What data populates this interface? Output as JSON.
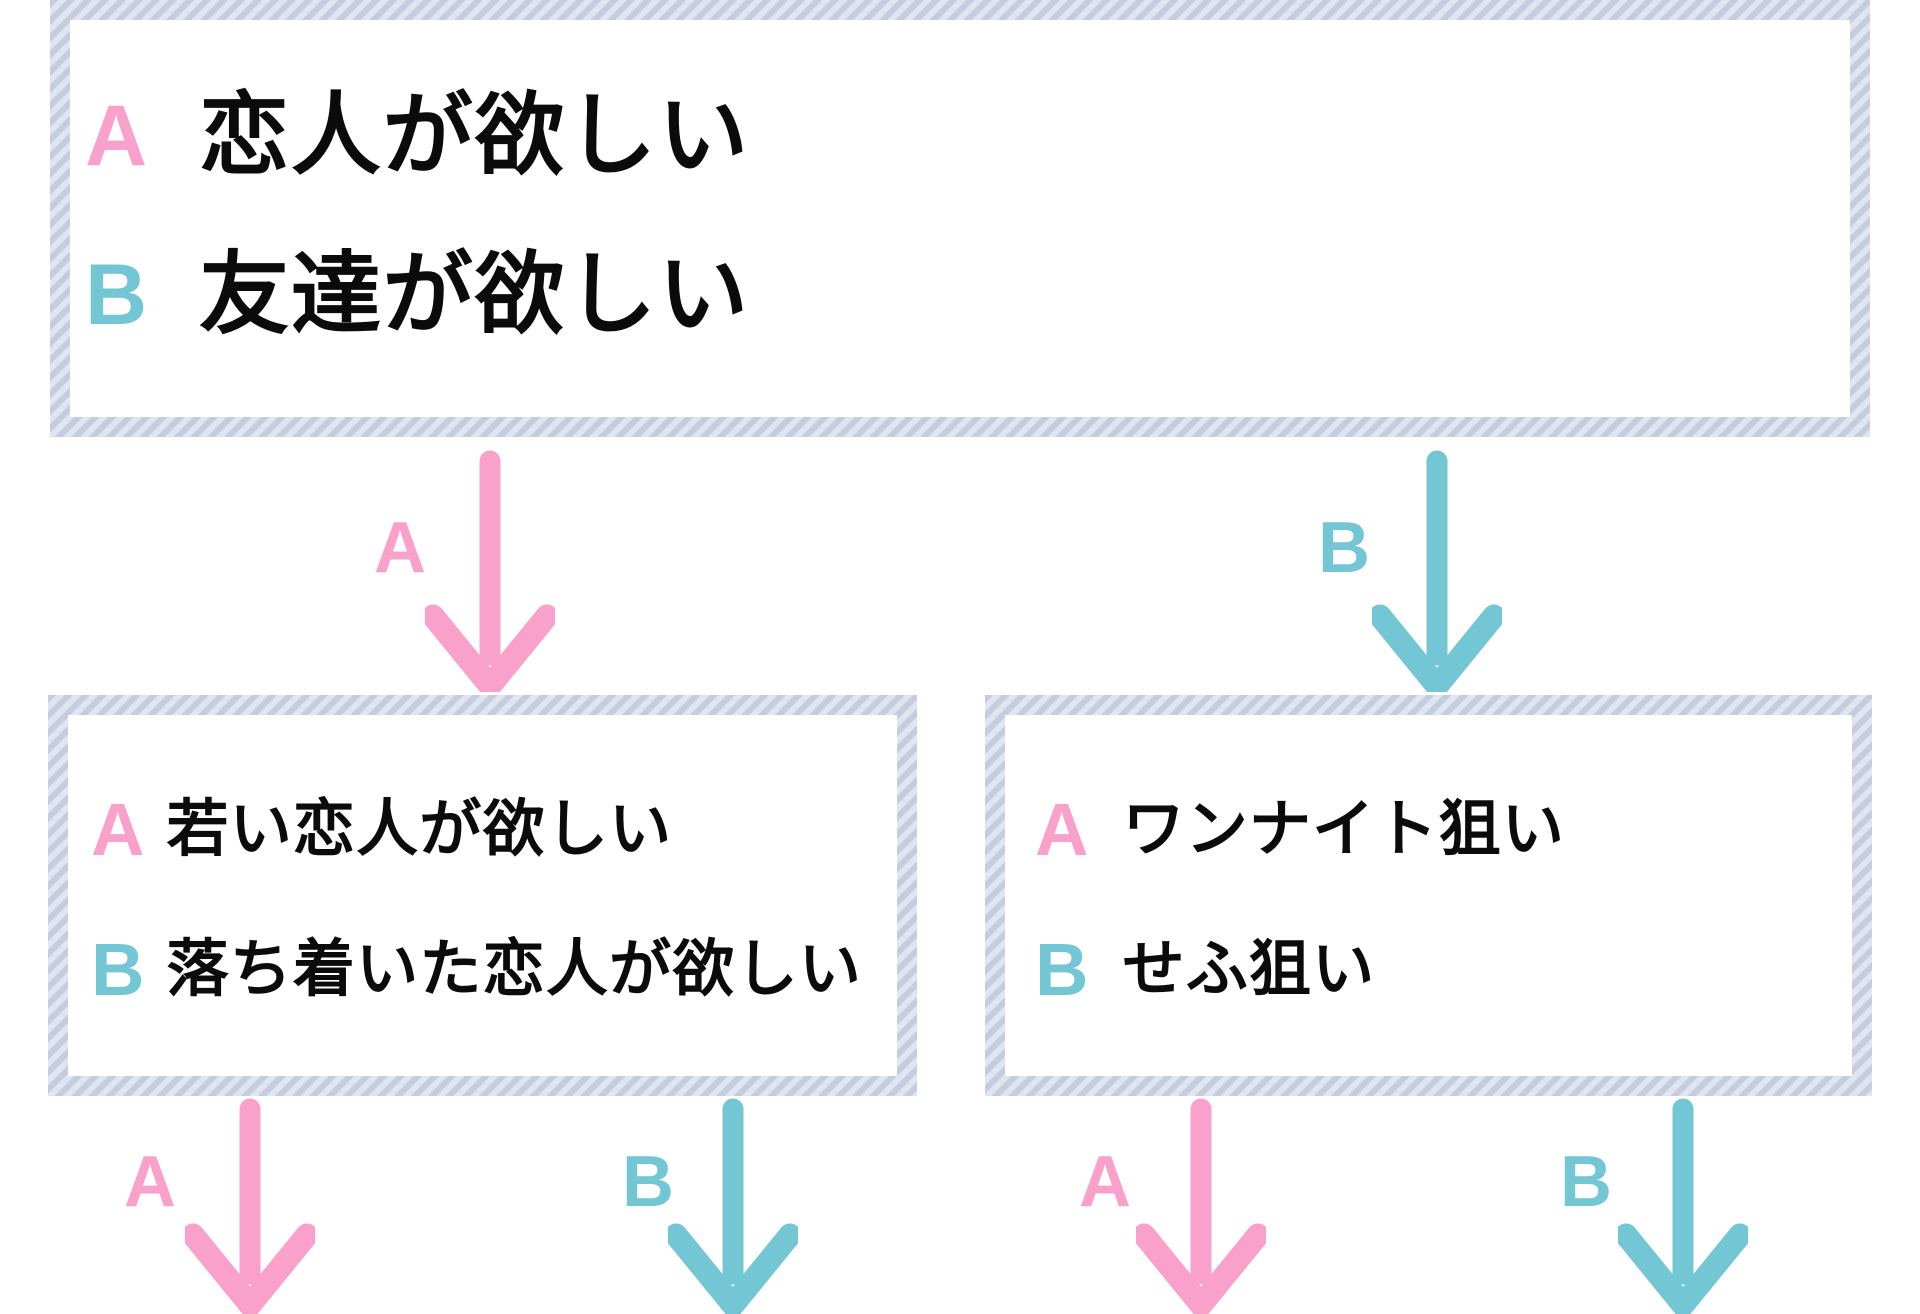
{
  "palette": {
    "pink": "#F9A0CB",
    "teal": "#73C6D4",
    "stripe_dark": "#C4CCDD",
    "stripe_light": "#DFE5F1",
    "text_black": "#0B0B0B",
    "box_bg": "#FFFFFF"
  },
  "flowchart": {
    "root_box": {
      "options": [
        {
          "label": "A",
          "text": "恋人が欲しい"
        },
        {
          "label": "B",
          "text": "友達が欲しい"
        }
      ]
    },
    "level1_arrows": [
      {
        "label": "A"
      },
      {
        "label": "B"
      }
    ],
    "left_box": {
      "options": [
        {
          "label": "A",
          "text": "若い恋人が欲しい"
        },
        {
          "label": "B",
          "text": "落ち着いた恋人が欲しい"
        }
      ]
    },
    "right_box": {
      "options": [
        {
          "label": "A",
          "text": "ワンナイト狙い"
        },
        {
          "label": "B",
          "text": "せふ狙い"
        }
      ]
    },
    "level2_arrows": [
      {
        "label": "A"
      },
      {
        "label": "B"
      },
      {
        "label": "A"
      },
      {
        "label": "B"
      }
    ]
  }
}
